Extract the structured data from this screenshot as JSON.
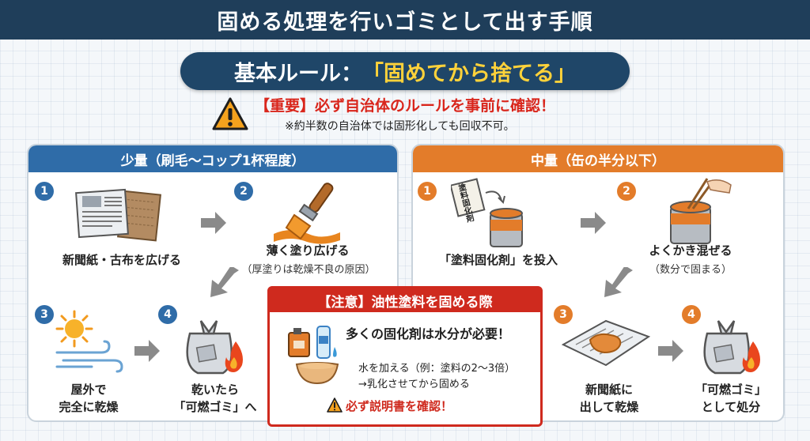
{
  "header": {
    "title": "固める処理を行いゴミとして出す手順"
  },
  "rule": {
    "prefix": "基本ルール：",
    "highlight": "「固めてから捨てる」"
  },
  "important": {
    "text": "【重要】必ず自治体のルールを事前に確認！",
    "note": "※約半数の自治体では固形化しても回収不可。"
  },
  "small": {
    "heading": "少量（刷毛〜コップ1杯程度）",
    "steps": [
      {
        "num": "1",
        "label": "新聞紙・古布を広げる"
      },
      {
        "num": "2",
        "label": "薄く塗り広げる",
        "sub": "（厚塗りは乾燥不良の原因）"
      },
      {
        "num": "3",
        "label_lines": [
          "屋外で",
          "完全に乾燥"
        ]
      },
      {
        "num": "4",
        "label_lines": [
          "乾いたら",
          "「可燃ゴミ」へ"
        ]
      }
    ]
  },
  "medium": {
    "heading": "中量（缶の半分以下）",
    "steps": [
      {
        "num": "1",
        "label": "「塗料固化剤」を投入",
        "pack_label": "塗料固化剤"
      },
      {
        "num": "2",
        "label": "よくかき混ぜる",
        "sub": "（数分で固まる）"
      },
      {
        "num": "3",
        "label_lines": [
          "新聞紙に",
          "出して乾燥"
        ]
      },
      {
        "num": "4",
        "label_lines": [
          "「可燃ゴミ」",
          "として処分"
        ]
      }
    ]
  },
  "notice": {
    "heading": "【注意】油性塗料を固める際",
    "line1": "多くの固化剤は水分が必要！",
    "line2": "水を加える（例：塗料の2〜3倍）",
    "line3": "→乳化させてから固める",
    "line4": "必ず説明書を確認！"
  },
  "colors": {
    "header_bg": "#1f3e5a",
    "rule_bg": "#1f4668",
    "highlight": "#ffd23a",
    "alert_red": "#d9261c",
    "small_blue": "#2f6ca8",
    "medium_orange": "#e37c2a",
    "arrow_gray": "#8a8a8a"
  }
}
